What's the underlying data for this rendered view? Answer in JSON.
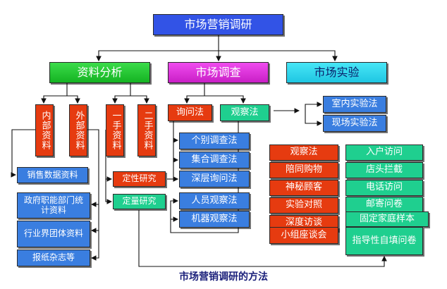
{
  "title": "市场营销调研",
  "level1": {
    "materials": "资料分析",
    "survey": "市场调查",
    "experiment": "市场实验"
  },
  "materials": {
    "internal": "内部资料",
    "external": "外部资料",
    "primary": "一手资料",
    "secondary": "二手资料"
  },
  "internal_items": [
    "销售数据资料"
  ],
  "external_items": [
    "政府职能部门统计资料",
    "行业界团体资料",
    "报纸杂志等"
  ],
  "research": {
    "qualitative": "定性研究",
    "quantitative": "定量研究"
  },
  "survey_methods": {
    "interview": "询问法",
    "observation": "观察法"
  },
  "interview_items": [
    "个别调查法",
    "集合调查法",
    "深层询问法"
  ],
  "observation_items": [
    "人员观察法",
    "机器观察法"
  ],
  "experiment_items": [
    "室内实验法",
    "现场实验法"
  ],
  "qualitative_items": [
    "观察法",
    "陪同购物",
    "神秘顾客",
    "实验对照",
    "深度访谈",
    "小组座谈会"
  ],
  "quantitative_items": [
    "入户访问",
    "店头拦截",
    "电话访问",
    "邮寄问卷",
    "固定家庭样本",
    "指导性自填问卷"
  ],
  "caption": "市场营销调研的方法",
  "colors": {
    "root": "#3253e6",
    "blue": "#3a7ee0",
    "green": "#1fcf8f",
    "red": "#e63b10",
    "cyan": "#26d8ee",
    "caption": "#1a1f7a"
  }
}
